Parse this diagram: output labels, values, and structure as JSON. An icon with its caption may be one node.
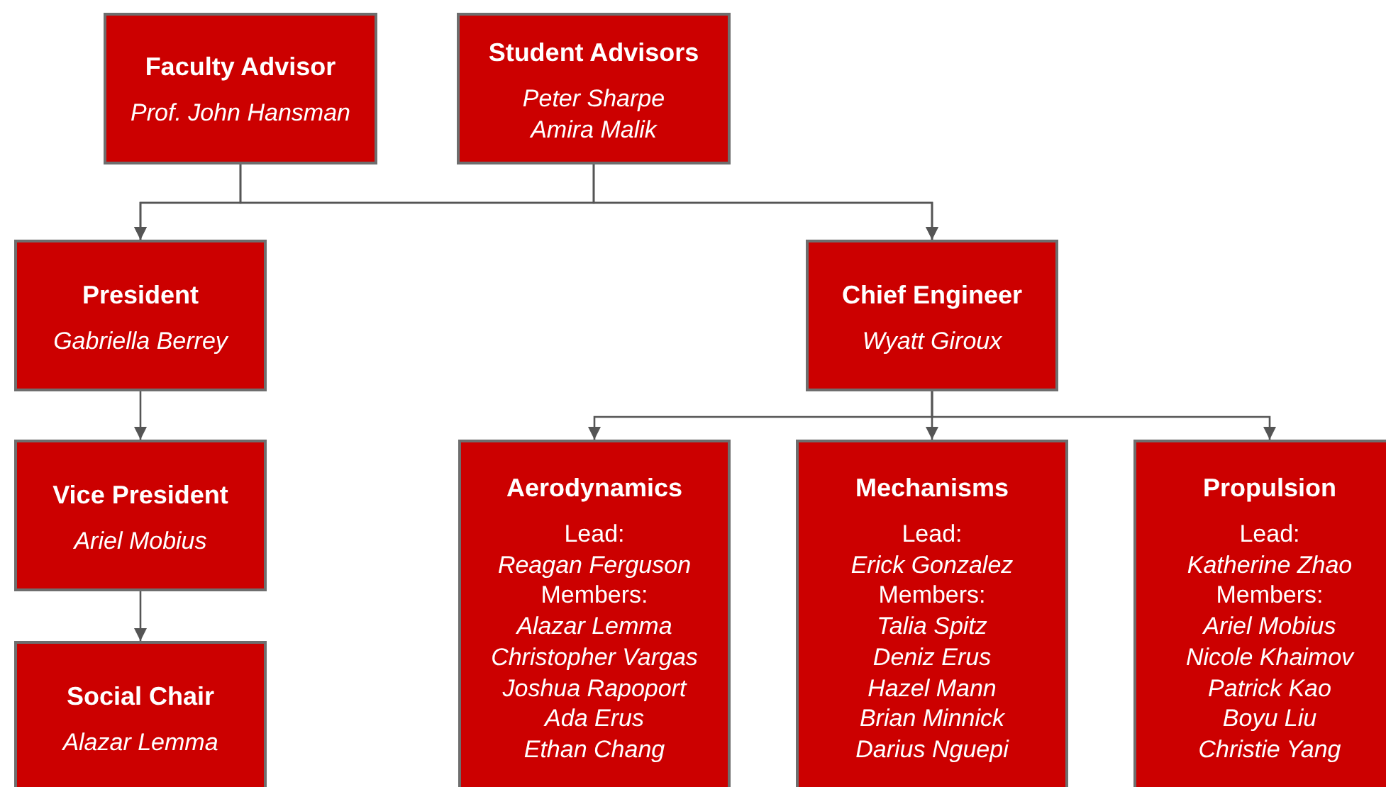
{
  "diagram": {
    "nodes": [
      {
        "text": [
          "Faculty Advisor",
          "Prof. John Hansman"
        ]
      },
      {
        "text": [
          "Student Advisors",
          "Peter Sharpe Amira Malik"
        ]
      },
      {
        "text": [
          "President",
          "Gabriella Berrey"
        ]
      },
      {
        "text": [
          "Chief Engineer",
          "Wyatt Giroux"
        ]
      },
      {
        "text": [
          "Vice President",
          "Ariel Mobius"
        ]
      },
      {
        "text": [
          "Social Chair",
          "Alazar Lemma"
        ]
      },
      {
        "text": [
          "Aerodynamics",
          "Lead:",
          "Reagan Ferguson",
          "Members:",
          "Alazar Lemma",
          "Christopher Vargas",
          "Joshua Rapoport",
          "Ada Erus",
          "Ethan Chang"
        ]
      },
      {
        "text": [
          "Mechanisms",
          "Lead:",
          "Erick Gonzalez",
          "Members:",
          "Talia Spitz",
          "Deniz Erus",
          "Hazel Mann",
          "Brian Minnick",
          "Darius Nguepi"
        ]
      },
      {
        "text": [
          "Propulsion",
          "Lead:",
          "Katherine Zhao",
          "Members:",
          "Ariel Mobius",
          "Nicole Khaimov",
          "Patrick Kao",
          "Boyu Liu",
          "Christie Yang"
        ]
      }
    ],
    "edges": [
      {
        "from": 0,
        "to": 2,
        "arrow": "to"
      },
      {
        "from": 0,
        "to": 3,
        "arrow": "to"
      },
      {
        "from": 1,
        "to": 2,
        "arrow": "to"
      },
      {
        "from": 1,
        "to": 3,
        "arrow": "to"
      },
      {
        "from": 2,
        "to": 4,
        "arrow": "to"
      },
      {
        "from": 4,
        "to": 5,
        "arrow": "to"
      },
      {
        "from": 3,
        "to": 6,
        "arrow": "to"
      },
      {
        "from": 3,
        "to": 7,
        "arrow": "to"
      },
      {
        "from": 3,
        "to": 8,
        "arrow": "to"
      }
    ]
  }
}
